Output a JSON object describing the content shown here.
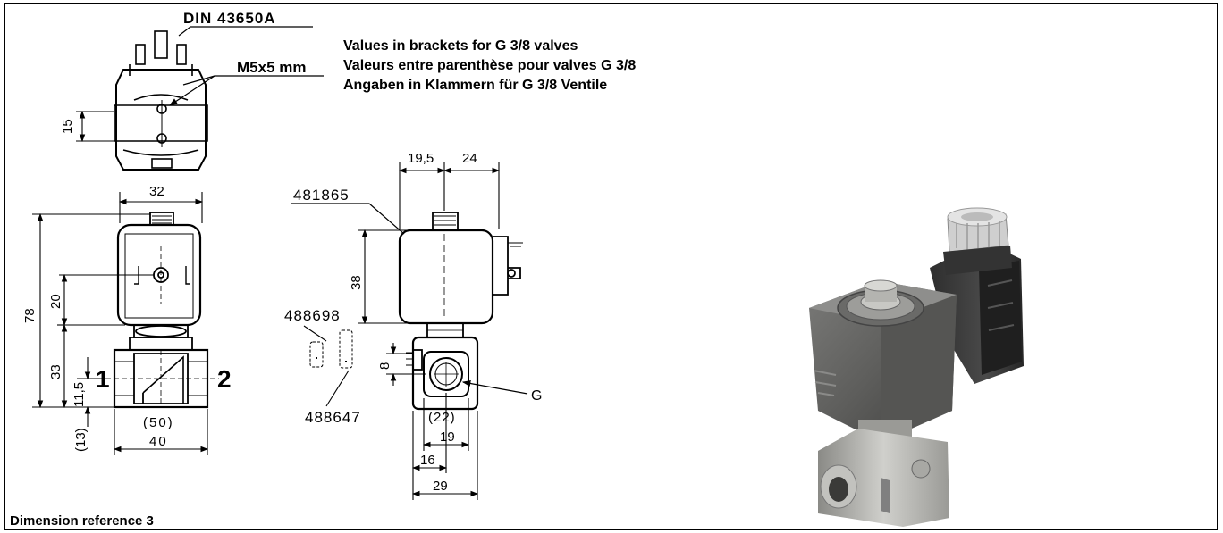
{
  "notes": [
    "Values in brackets for G 3/8 valves",
    "Valeurs entre parenthèse pour valves G 3/8",
    "Angaben in Klammern für G 3/8 Ventile"
  ],
  "caption": "Dimension reference 3",
  "labels": {
    "din": "DIN 43650A",
    "screw": "M5x5 mm",
    "d15": "15",
    "d32": "32",
    "d78": "78",
    "d20": "20",
    "d33": "33",
    "d11_5": "11,5",
    "d13": "(13)",
    "port1": "1",
    "port2": "2",
    "d50": "(50)",
    "d40": "40",
    "d19_5": "19,5",
    "d24": "24",
    "part_481865": "481865",
    "d38": "38",
    "part_488698": "488698",
    "d8": "8",
    "part_488647": "488647",
    "thread_g": "G",
    "d22": "(22)",
    "d19": "19",
    "d16": "16",
    "d29": "29"
  }
}
